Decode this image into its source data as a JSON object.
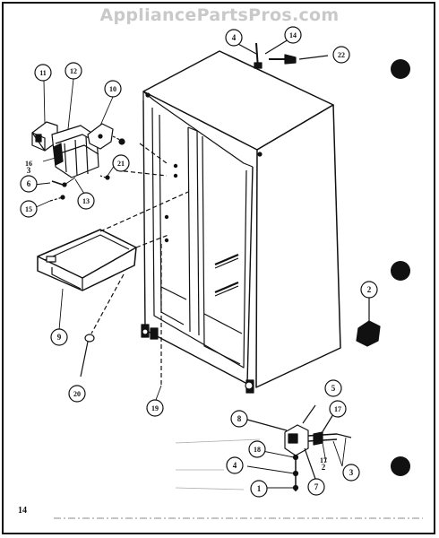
{
  "watermark": "AppliancePartsPros.com",
  "page_number": "14",
  "callouts": [
    {
      "id": "c4a",
      "label": "4"
    },
    {
      "id": "c14",
      "label": "14"
    },
    {
      "id": "c22",
      "label": "22"
    },
    {
      "id": "c11",
      "label": "11"
    },
    {
      "id": "c12",
      "label": "12"
    },
    {
      "id": "c10",
      "label": "10"
    },
    {
      "id": "c16",
      "label": "16"
    },
    {
      "id": "c3a",
      "label": "3"
    },
    {
      "id": "c21",
      "label": "21"
    },
    {
      "id": "c6",
      "label": "6"
    },
    {
      "id": "c13",
      "label": "13"
    },
    {
      "id": "c15",
      "label": "15"
    },
    {
      "id": "c2",
      "label": "2"
    },
    {
      "id": "c9",
      "label": "9"
    },
    {
      "id": "c20",
      "label": "20"
    },
    {
      "id": "c19",
      "label": "19"
    },
    {
      "id": "c5",
      "label": "5"
    },
    {
      "id": "c8",
      "label": "8"
    },
    {
      "id": "c17",
      "label": "17"
    },
    {
      "id": "c18",
      "label": "18"
    },
    {
      "id": "c4b",
      "label": "4"
    },
    {
      "id": "c1",
      "label": "1"
    },
    {
      "id": "c7",
      "label": "7"
    },
    {
      "id": "c3b",
      "label": "3"
    },
    {
      "id": "c17b",
      "label": "17"
    },
    {
      "id": "c2b",
      "label": "2"
    }
  ],
  "colors": {
    "ink": "#111111",
    "watermark": "#c9c9c9",
    "paper": "#ffffff"
  }
}
